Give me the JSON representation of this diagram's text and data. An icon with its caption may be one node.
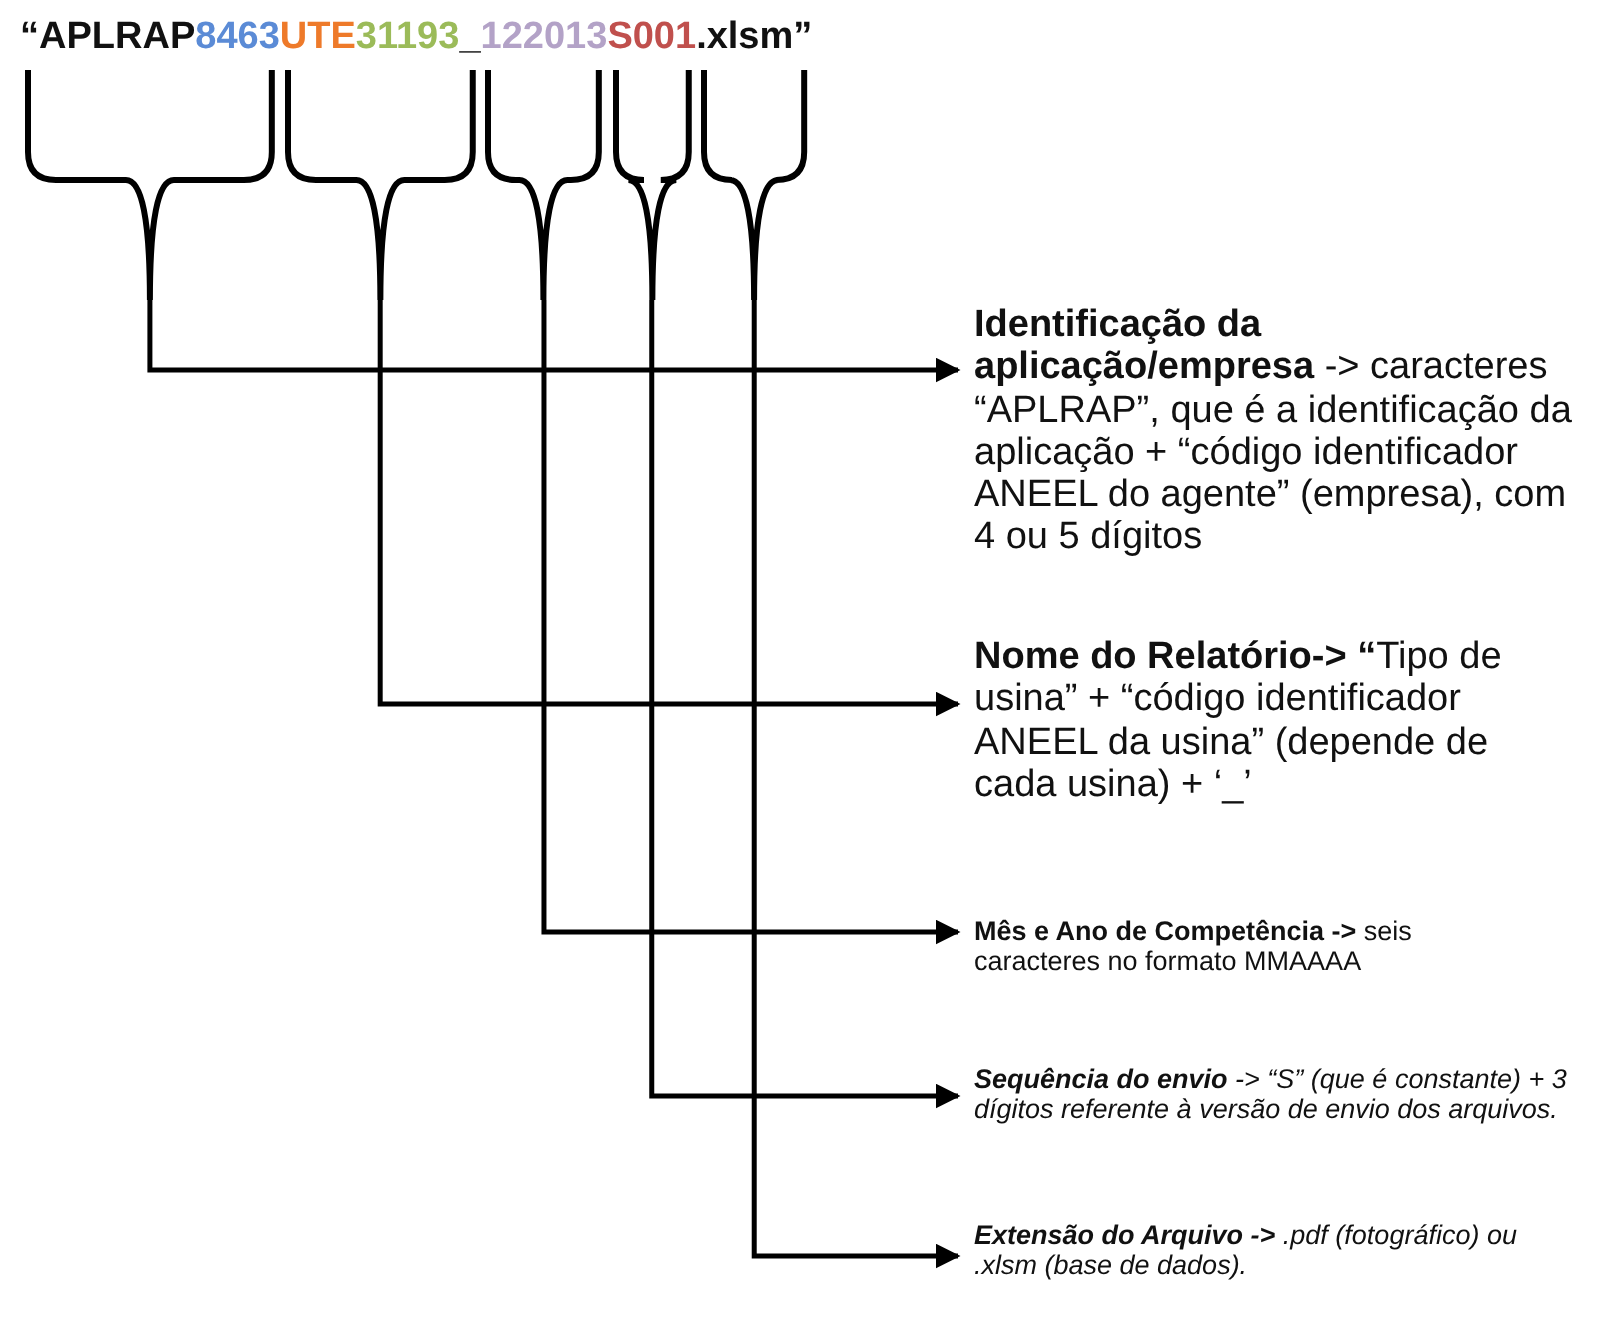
{
  "diagram": {
    "nodes": [
      {
        "text": [
          "“APLRAP",
          "8463"
        ]
      },
      {
        "text": [
          "UTE",
          "31193",
          "_"
        ]
      },
      {
        "text": [
          "122013"
        ]
      },
      {
        "text": [
          "S001"
        ]
      },
      {
        "text": [
          ".xlsm”"
        ]
      },
      {
        "text": [
          "**Identificação da aplicação/empresa** -> caracteres “APLRAP”, que é a identificação da aplicação + “código identificador ANEEL do agente” (empresa), com 4 ou 5 dígitos"
        ]
      },
      {
        "text": [
          "**Nome do Relatório-> “**Tipo de usina” + “código identificador ANEEL da usina” (depende de cada usina) + ‘_’"
        ]
      },
      {
        "text": [
          "**Mês e Ano de Competência ->** seis caracteres no formato MMAAAA"
        ]
      },
      {
        "text": [
          "**Sequência do envio** -> “S” (que é constante) + 3 dígitos referente à versão de envio dos arquivos."
        ]
      },
      {
        "text": [
          "**Extensão do Arquivo ->** .pdf (fotográfico) ou .xlsm (base de dados)."
        ]
      }
    ],
    "edges": [
      {
        "from": 0,
        "to": 5,
        "arrow": "to"
      },
      {
        "from": 1,
        "to": 6,
        "arrow": "to"
      },
      {
        "from": 2,
        "to": 7,
        "arrow": "to"
      },
      {
        "from": 3,
        "to": 8,
        "arrow": "to"
      },
      {
        "from": 4,
        "to": 9,
        "arrow": "to"
      }
    ]
  }
}
